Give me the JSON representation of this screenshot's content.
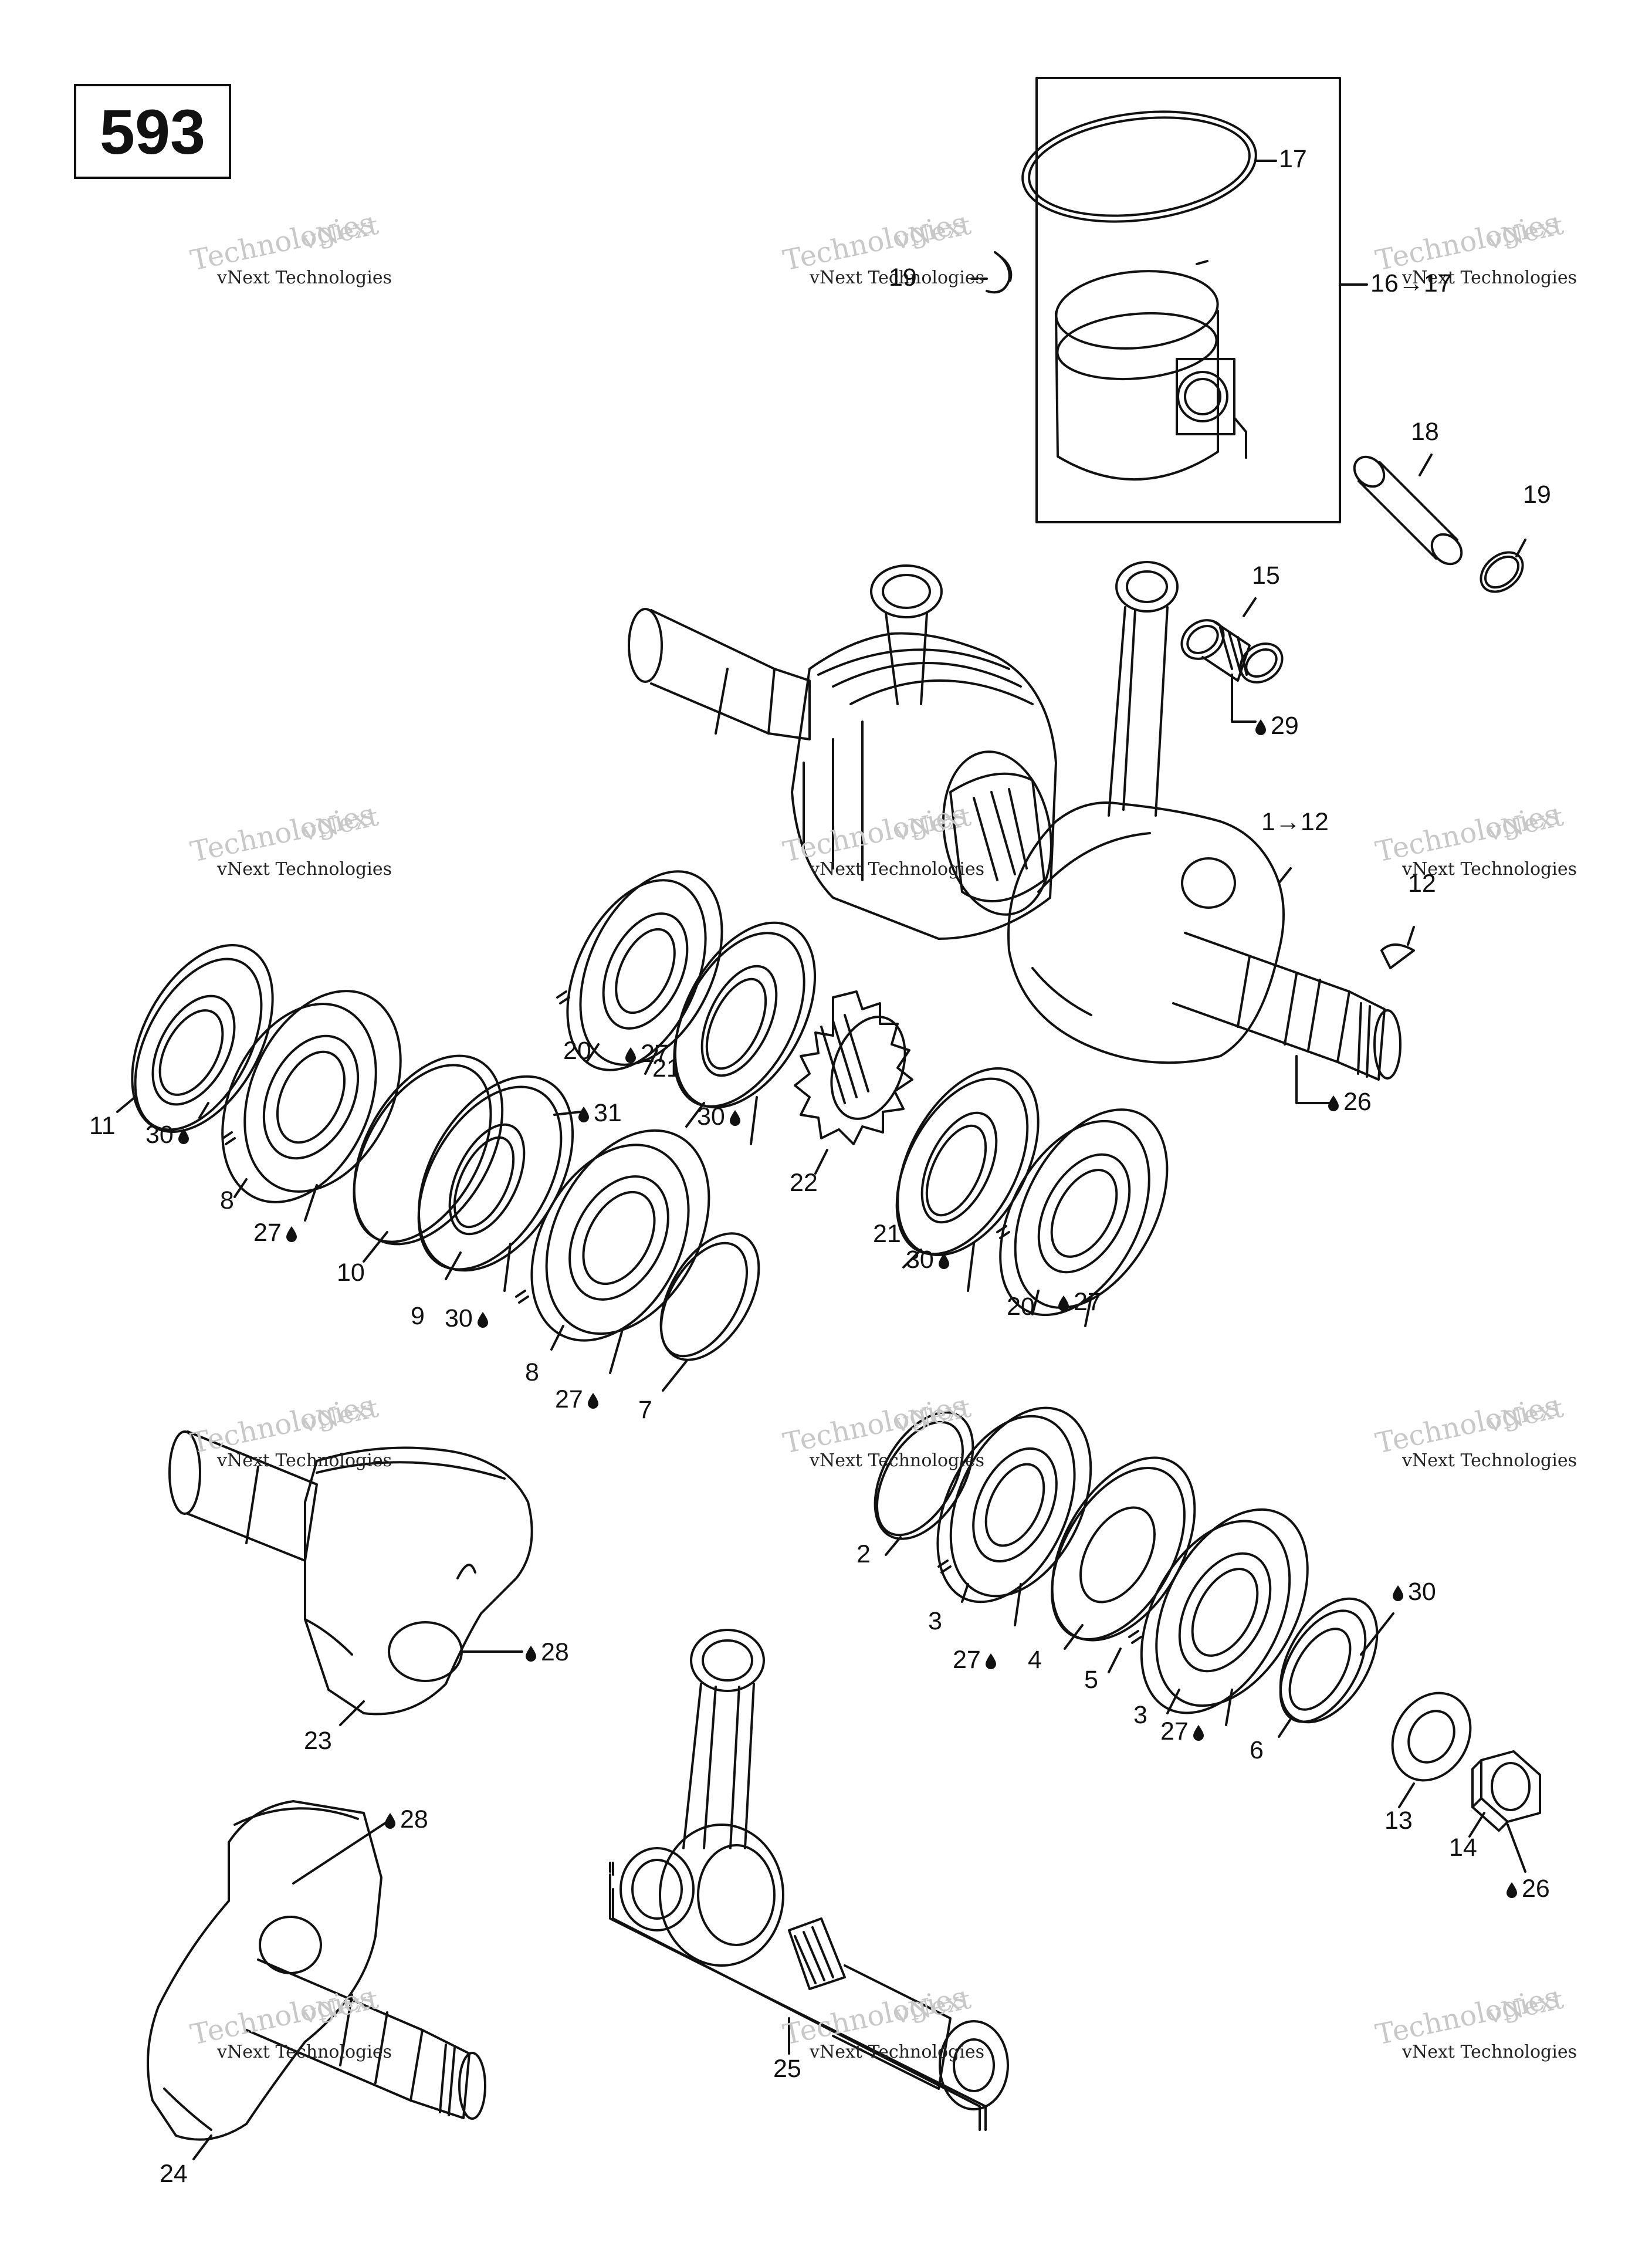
{
  "diagram": {
    "page_number": "593",
    "watermark_line1": "vNext Technologies",
    "watermark_back": "Technologies",
    "watermark_small": "vNext"
  },
  "callouts": {
    "c17": "17",
    "c16_17": "16→17",
    "c19a": "19",
    "c18": "18",
    "c19b": "19",
    "c15": "15",
    "c29": "29",
    "c1_12": "1→12",
    "c12": "12",
    "c26a": "26",
    "c11": "11",
    "c30a": "30",
    "c8a": "8",
    "c27a": "27",
    "c20a": "20",
    "c27b": "27",
    "c21a": "21",
    "c30b": "30",
    "c31": "31",
    "c10": "10",
    "c9": "9",
    "c30c": "30",
    "c8b": "8",
    "c27c": "27",
    "c7": "7",
    "c22": "22",
    "c21b": "21",
    "c30d": "30",
    "c20b": "20",
    "c27d": "27",
    "c2": "2",
    "c3a": "3",
    "c27e": "27",
    "c4": "4",
    "c5": "5",
    "c3b": "3",
    "c27f": "27",
    "c6": "6",
    "c30e": "30",
    "c13": "13",
    "c14": "14",
    "c26b": "26",
    "c28a": "28",
    "c23": "23",
    "c28b": "28",
    "c24": "24",
    "c25": "25"
  }
}
